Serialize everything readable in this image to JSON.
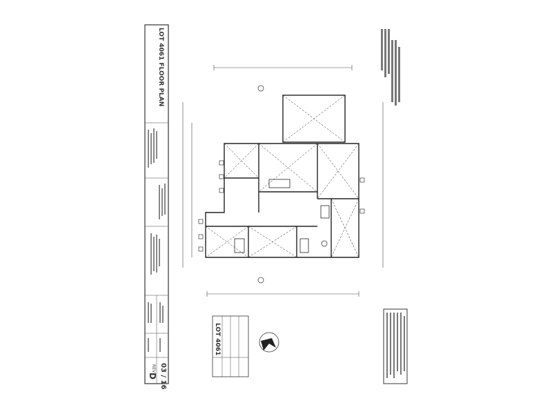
{
  "title_block": {
    "plan_title": "LOT 4061 FLOOR PLAN",
    "sheet_code": "03 / 16",
    "revision": "D",
    "rev_label": "REV"
  },
  "site_table": {
    "heading": "LOT 4061"
  }
}
